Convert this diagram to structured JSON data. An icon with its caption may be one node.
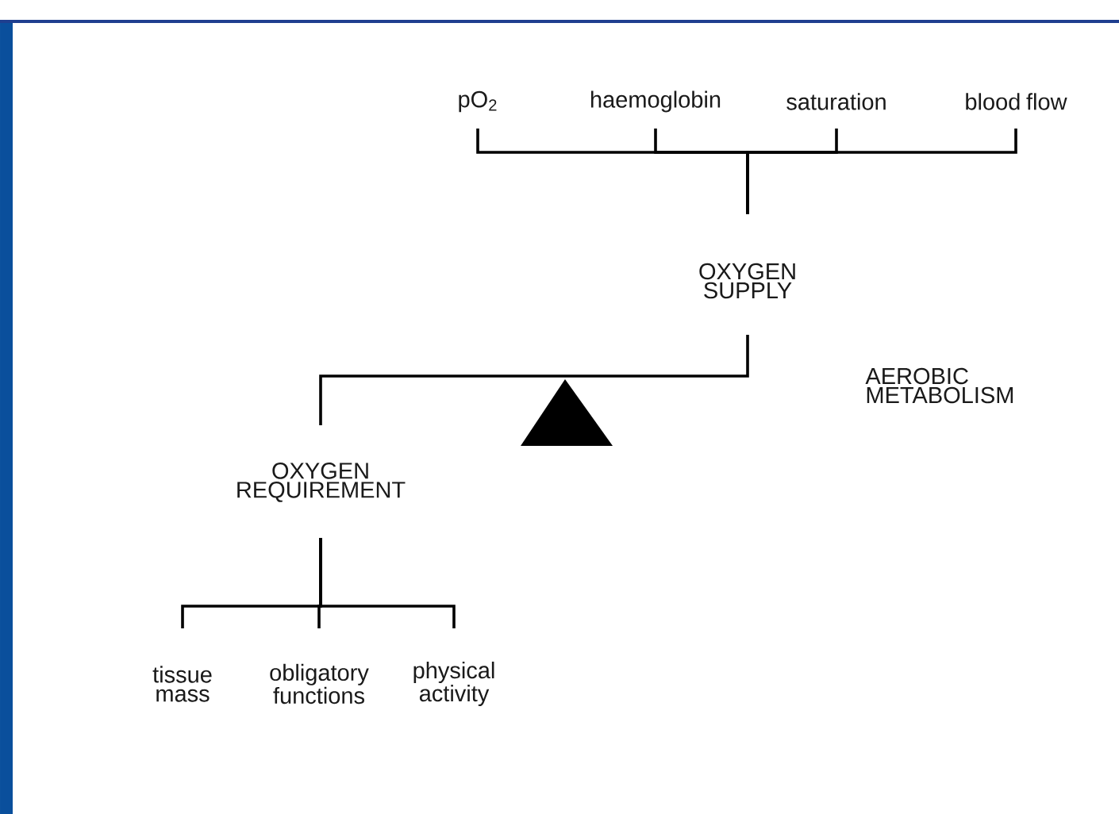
{
  "diagram": {
    "nodes": [
      {
        "text": [
          "pO$_{2}$"
        ]
      },
      {
        "text": [
          "haemoglobin"
        ]
      },
      {
        "text": [
          "saturation"
        ]
      },
      {
        "text": [
          "blood flow"
        ]
      },
      {
        "text": [
          "OXYGEN SUPPLY"
        ]
      },
      {
        "text": [
          "OXYGEN REQUIREMENT"
        ]
      },
      {
        "text": [
          "tissue mass"
        ]
      },
      {
        "text": [
          "obligatory functions"
        ]
      },
      {
        "text": [
          "physical activity"
        ]
      }
    ],
    "edges": [
      {
        "from": 0,
        "to": 4,
        "arrow": "none"
      },
      {
        "from": 1,
        "to": 4,
        "arrow": "none"
      },
      {
        "from": 2,
        "to": 4,
        "arrow": "none"
      },
      {
        "from": 3,
        "to": 4,
        "arrow": "none"
      },
      {
        "from": 4,
        "to": 5,
        "arrow": "none"
      },
      {
        "from": 5,
        "to": 6,
        "arrow": "none"
      },
      {
        "from": 5,
        "to": 7,
        "arrow": "none"
      },
      {
        "from": 5,
        "to": 8,
        "arrow": "none"
      }
    ],
    "labels": [
      "AEROBIC METABOLISM"
    ]
  }
}
